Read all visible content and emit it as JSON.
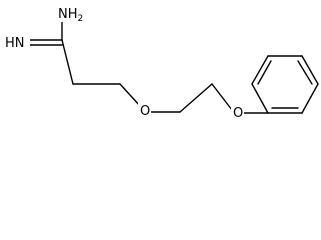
{
  "molecule": {
    "atoms": {
      "amine": {
        "element": "N",
        "hydrogens": "H",
        "count": "2"
      },
      "imine": {
        "element": "N",
        "hydrogens": "HN"
      },
      "ether_oxygen_1": {
        "element": "O"
      },
      "ether_oxygen_2": {
        "element": "O"
      }
    }
  }
}
